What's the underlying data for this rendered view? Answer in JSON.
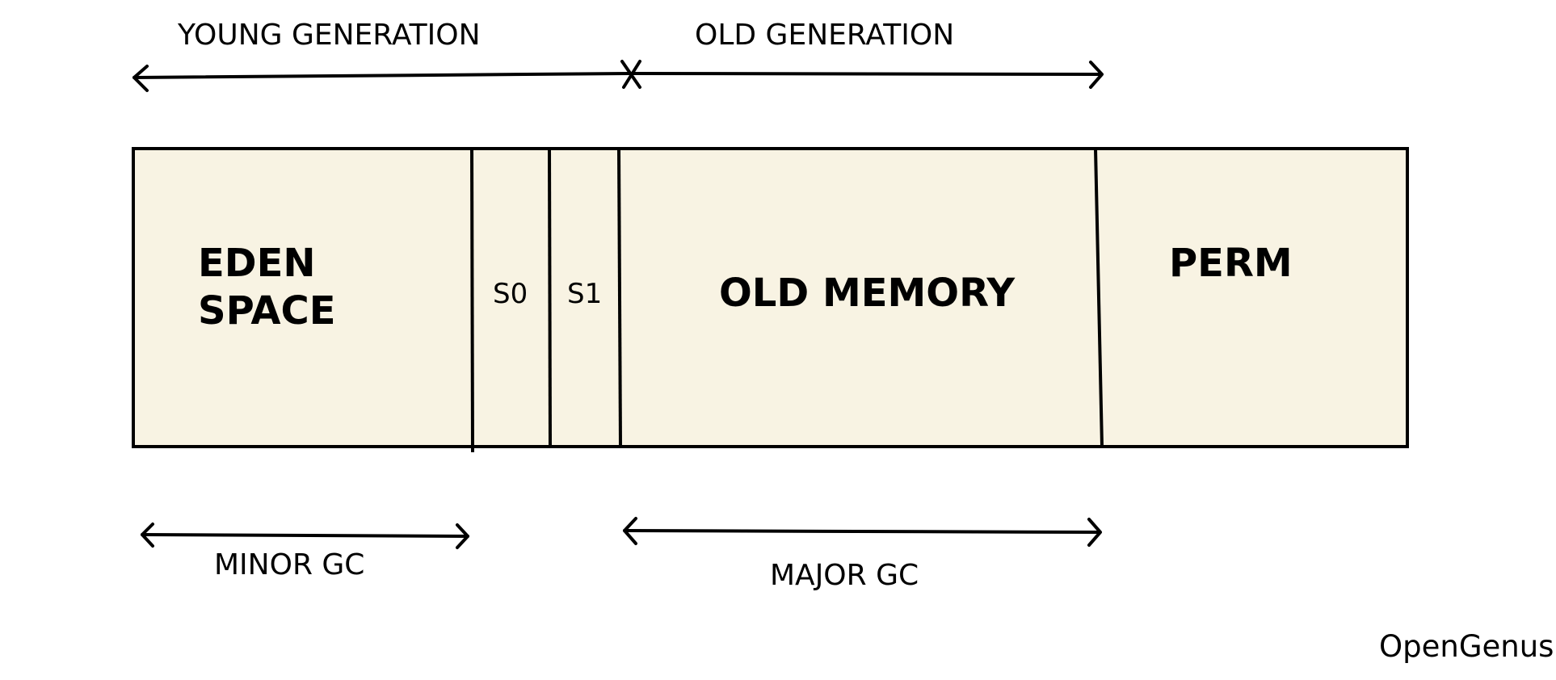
{
  "generations": {
    "young_label": "YOUNG GENERATION",
    "old_label": "OLD GENERATION"
  },
  "regions": {
    "eden_line1": "EDEN",
    "eden_line2": "SPACE",
    "s0": "S0",
    "s1": "S1",
    "old_memory": "OLD MEMORY",
    "perm": "PERM"
  },
  "gc": {
    "minor": "MINOR GC",
    "major": "MAJOR GC"
  },
  "brand": "OpenGenus",
  "colors": {
    "region_fill": "#f8f3e3",
    "stroke": "#000000",
    "background": "#ffffff"
  }
}
